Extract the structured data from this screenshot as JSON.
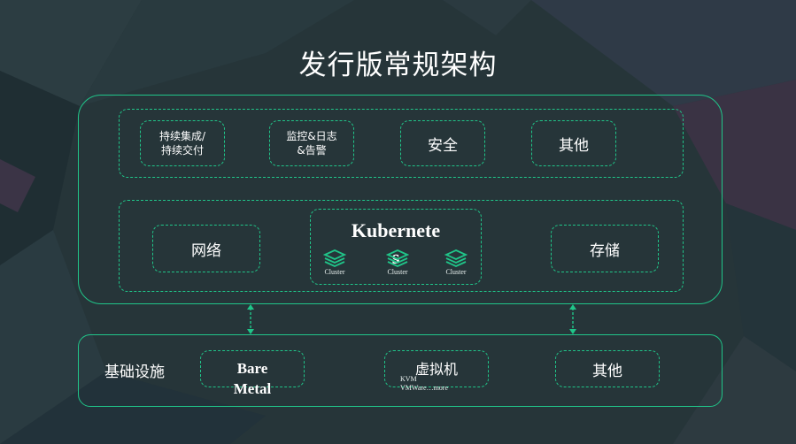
{
  "title": "发行版常规架构",
  "top_row": [
    {
      "label": "持续集成/\n持续交付"
    },
    {
      "label": "监控&日志\n&告警"
    },
    {
      "label": "安全"
    },
    {
      "label": "其他"
    }
  ],
  "middle_row": {
    "network": "网络",
    "kubernetes_title": "Kubernete\ns",
    "clusters": [
      "Cluster",
      "Cluster",
      "Cluster"
    ],
    "storage": "存储"
  },
  "infrastructure": {
    "label": "基础设施",
    "bare_metal": "Bare\nMetal",
    "vm": "虚拟机",
    "vm_sub": "KVM\nVMWare…more",
    "other": "其他"
  },
  "colors": {
    "accent": "#20c589",
    "background": "#263539"
  }
}
